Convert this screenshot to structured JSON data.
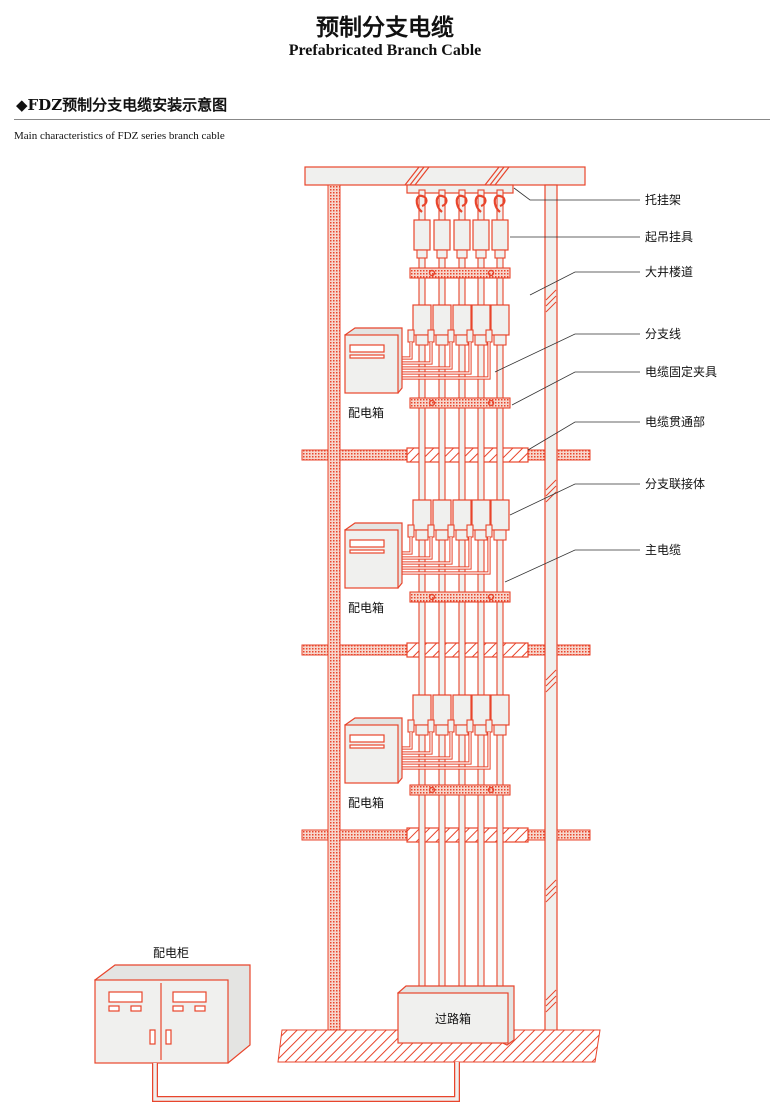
{
  "header": {
    "title_cn": "预制分支电缆",
    "title_en": "Prefabricated Branch Cable",
    "section_title": "◆FDZ预制分支电缆安装示意图",
    "subtitle": "Main characteristics of FDZ series branch cable"
  },
  "diagram": {
    "callouts": [
      "托挂架",
      "起吊挂具",
      "大井楼道",
      "分支线",
      "电缆固定夹具",
      "电缆贯通部",
      "分支联接体",
      "主电缆"
    ],
    "distribution_box_label": "配电箱",
    "cabinet_label": "配电柜",
    "pull_box_label": "过路箱",
    "colors": {
      "line": "#e8452c",
      "fill": "#f0f0ee",
      "leader": "#333333"
    }
  }
}
